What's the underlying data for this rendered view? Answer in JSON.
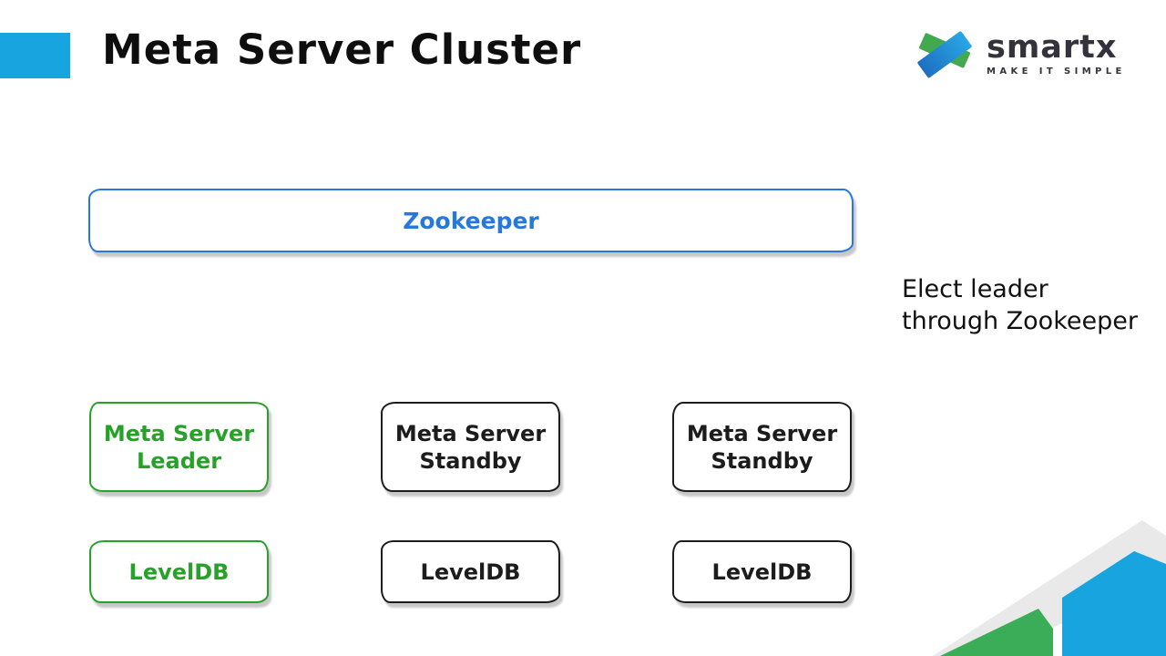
{
  "slide": {
    "title": "Meta Server Cluster"
  },
  "logo": {
    "brand": "smartx",
    "tagline": "MAKE IT SIMPLE"
  },
  "diagram": {
    "zookeeper": {
      "label": "Zookeeper"
    },
    "annotation": "Elect leader through Zookeeper",
    "servers": [
      {
        "line1": "Meta Server",
        "line2": "Leader",
        "role": "leader"
      },
      {
        "line1": "Meta Server",
        "line2": "Standby",
        "role": "standby"
      },
      {
        "line1": "Meta Server",
        "line2": "Standby",
        "role": "standby"
      }
    ],
    "databases": [
      {
        "label": "LevelDB",
        "role": "leader"
      },
      {
        "label": "LevelDB",
        "role": "standby"
      },
      {
        "label": "LevelDB",
        "role": "standby"
      }
    ]
  },
  "colors": {
    "accent-blue": "#18a4de",
    "zookeeper-blue": "#2678dd",
    "leader-green": "#27a228",
    "standby-black": "#1c1c1c",
    "deco-green": "#3bad58",
    "deco-blue": "#18a4de",
    "deco-gray": "#e9e9e9",
    "brand-dark": "#34333b",
    "logo-green": "#43a94e",
    "logo-blue-dark": "#1e6fc0",
    "logo-blue-light": "#2aa6e6"
  }
}
